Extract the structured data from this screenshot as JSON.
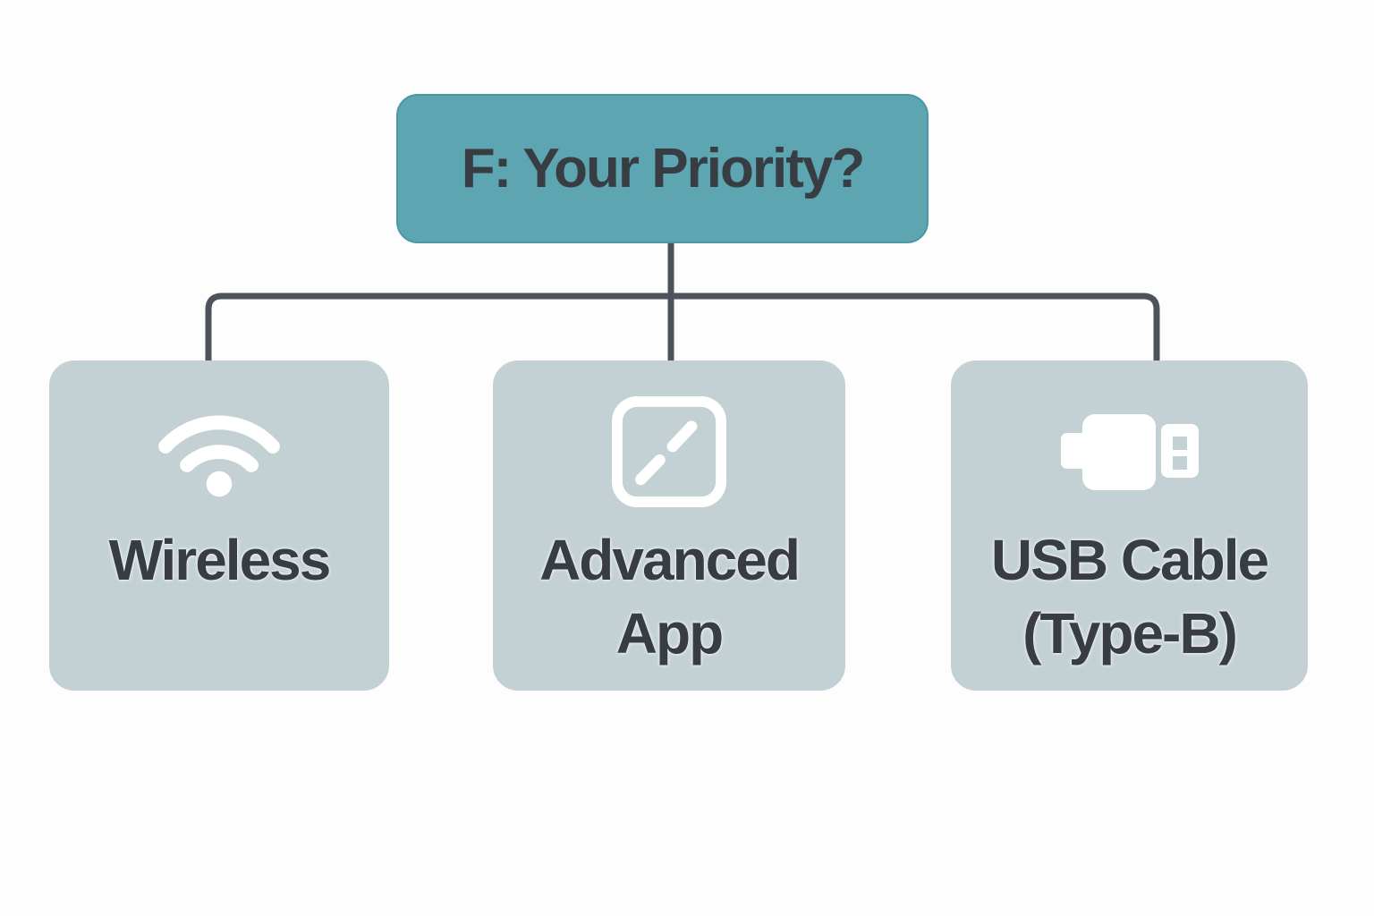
{
  "diagram": {
    "title": "decision-flowchart",
    "root": {
      "label": "F: Your Priority?"
    },
    "children": [
      {
        "id": "wireless",
        "icon": "wifi-icon",
        "label": "Wireless",
        "lines": {
          "0": "Wireless",
          "1": ""
        }
      },
      {
        "id": "advanced-app",
        "icon": "pen-slash-icon",
        "label": "Advanced App",
        "lines": {
          "0": "Advanced",
          "1": "App"
        }
      },
      {
        "id": "usb-cable-type-b",
        "icon": "usb-plug-icon",
        "label": "USB Cable (Type-B)",
        "lines": {
          "0": "USB Cable",
          "1": "(Type-B)"
        }
      }
    ],
    "colors": {
      "background": "#fdfdfe",
      "root_fill": "#5da5b0",
      "root_border": "#4b97a3",
      "child_fill": "#c3d1d4",
      "text": "#383d44",
      "connector": "#4e525c",
      "icon": "#ffffff"
    }
  }
}
